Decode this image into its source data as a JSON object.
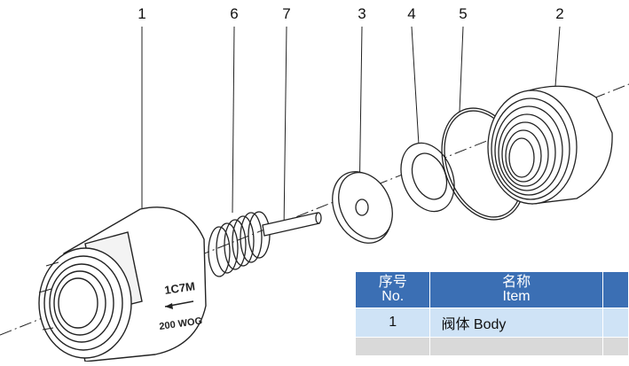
{
  "callouts": {
    "c1": "1",
    "c6": "6",
    "c7": "7",
    "c3": "3",
    "c4": "4",
    "c5": "5",
    "c2": "2"
  },
  "markings": {
    "flow": "1C7M",
    "pressure": "200 WOG"
  },
  "table": {
    "header": {
      "no_cn": "序号",
      "no_en": "No.",
      "item_cn": "名称",
      "item_en": "Item"
    },
    "rows": [
      {
        "no": "1",
        "item": "阀体 Body"
      }
    ]
  },
  "colors": {
    "header_bg": "#3b6fb4",
    "row_bg": "#cfe3f6",
    "line": "#222222"
  }
}
